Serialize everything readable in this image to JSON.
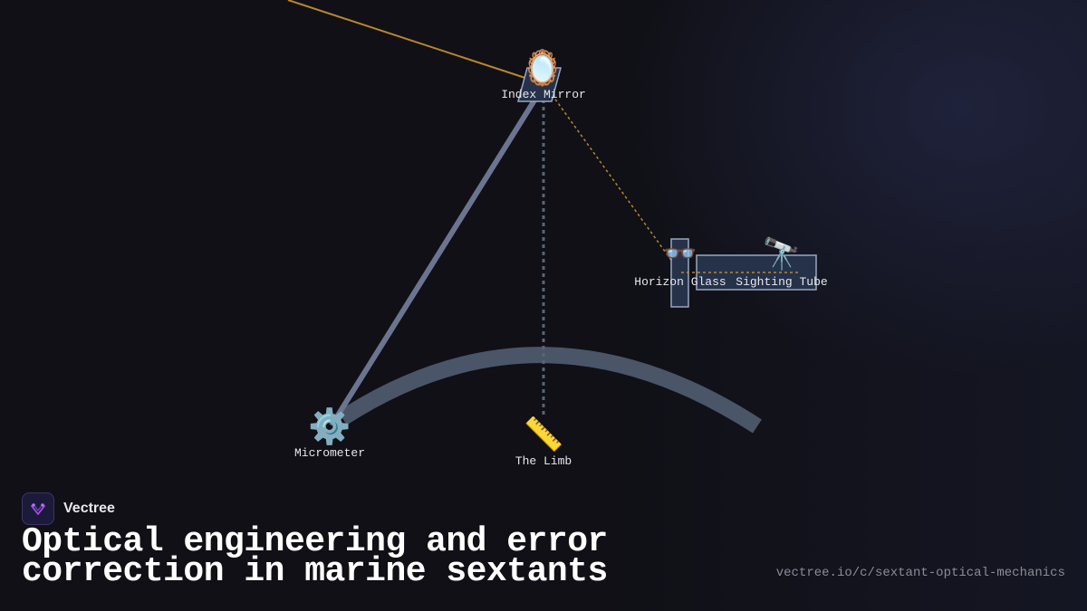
{
  "brand": {
    "name": "Vectree"
  },
  "title": "Optical engineering and error correction in marine sextants",
  "source_url": "vectree.io/c/sextant-optical-mechanics",
  "nodes": {
    "index_mirror": {
      "label": "Index Mirror",
      "icon": "mirror-icon",
      "glyph": "🪞"
    },
    "horizon_glass": {
      "label": "Horizon Glass",
      "icon": "glasses-icon",
      "glyph": "👓"
    },
    "sighting_tube": {
      "label": "Sighting Tube",
      "icon": "telescope-icon",
      "glyph": "🔭"
    },
    "micrometer": {
      "label": "Micrometer",
      "icon": "gear-icon",
      "glyph": "⚙️"
    },
    "the_limb": {
      "label": "The Limb",
      "icon": "ruler-icon",
      "glyph": "📏"
    }
  },
  "colors": {
    "background": "#101016",
    "light_ray": "#b8862e",
    "index_arm": "#6b7590",
    "limb_arc": "#4a5568",
    "component_fill": "#26324a",
    "component_stroke": "#9aa6c0",
    "label_text": "#e6e8ee",
    "url_text": "#8a8c96"
  }
}
